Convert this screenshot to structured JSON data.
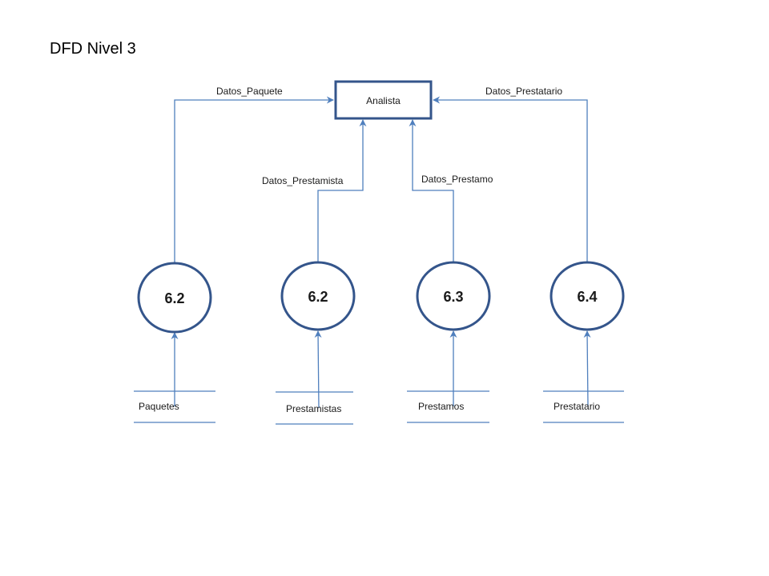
{
  "title": "DFD Nivel 3",
  "entity": {
    "label": "Analista"
  },
  "processes": [
    {
      "label": "6.2"
    },
    {
      "label": "6.2"
    },
    {
      "label": "6.3"
    },
    {
      "label": "6.4"
    }
  ],
  "flows": [
    {
      "label": "Datos_Paquete"
    },
    {
      "label": "Datos_Prestamista"
    },
    {
      "label": "Datos_Prestamo"
    },
    {
      "label": "Datos_Prestatario"
    }
  ],
  "stores": [
    {
      "label": "Paquetes"
    },
    {
      "label": "Prestamistas"
    },
    {
      "label": "Prestamos"
    },
    {
      "label": "Prestatario"
    }
  ],
  "colors": {
    "connector": "#4f7fbd",
    "shape_stroke": "#34558b"
  }
}
